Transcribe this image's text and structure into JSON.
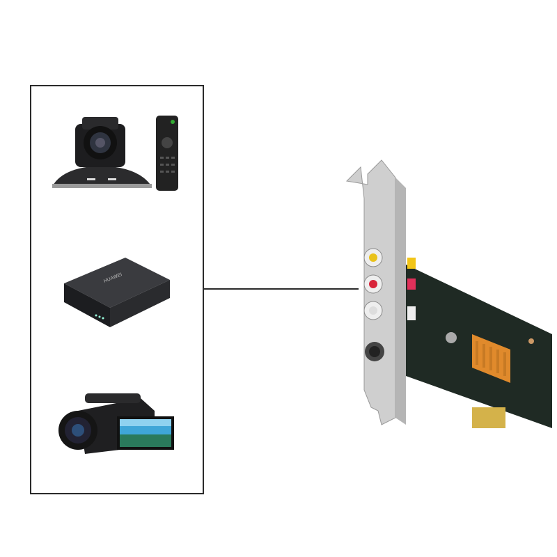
{
  "diagram": {
    "sources": [
      {
        "name": "ptz-conference-camera-with-remote"
      },
      {
        "name": "media-box",
        "logo_text": "HUAWEI"
      },
      {
        "name": "camcorder"
      }
    ],
    "target": {
      "name": "pcie-video-capture-card"
    }
  },
  "colors": {
    "border": "#2a2a2a",
    "pcb": "#1f2a24",
    "heatsink": "#e08a2c",
    "bracket": "#c9c9c9"
  }
}
